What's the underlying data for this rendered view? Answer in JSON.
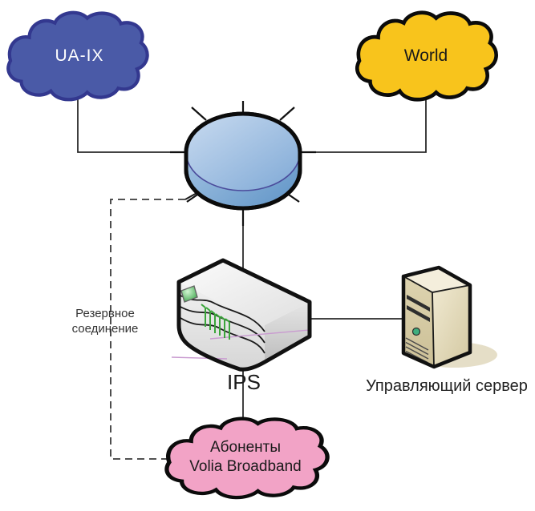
{
  "nodes": {
    "ua_ix": {
      "label": "UA-IX",
      "fill": "#4A5AA7",
      "border": "#33388F",
      "text_color": "#FFFFFF"
    },
    "world": {
      "label": "World",
      "fill": "#F8C41C",
      "border": "#0B0B0B",
      "text_color": "#1A1A1A"
    },
    "router": {
      "type": "router-disk",
      "fill_top": "#A9C6E6",
      "fill_side": "#6E9DD0",
      "outline": "#0B0B0B"
    },
    "ips": {
      "label": "IPS",
      "body_fill": "#E9E9E9",
      "led_color": "#35A845",
      "outline": "#111111"
    },
    "server": {
      "label": "Управляющий сервер",
      "fill": "#DCD2AC",
      "power_led": "#3FAE7E",
      "outline": "#111111"
    },
    "subscribers": {
      "label_lines": [
        "Абоненты",
        "Volia Broadband"
      ],
      "fill": "#F2A3C6",
      "border": "#0B0B0B",
      "text_color": "#1A1A1A"
    }
  },
  "edges": {
    "backup": {
      "label_lines": [
        "Резервное",
        "соединение"
      ],
      "style": "dashed",
      "color": "#3A3A3A"
    },
    "link_color": "#2A2A2A"
  }
}
